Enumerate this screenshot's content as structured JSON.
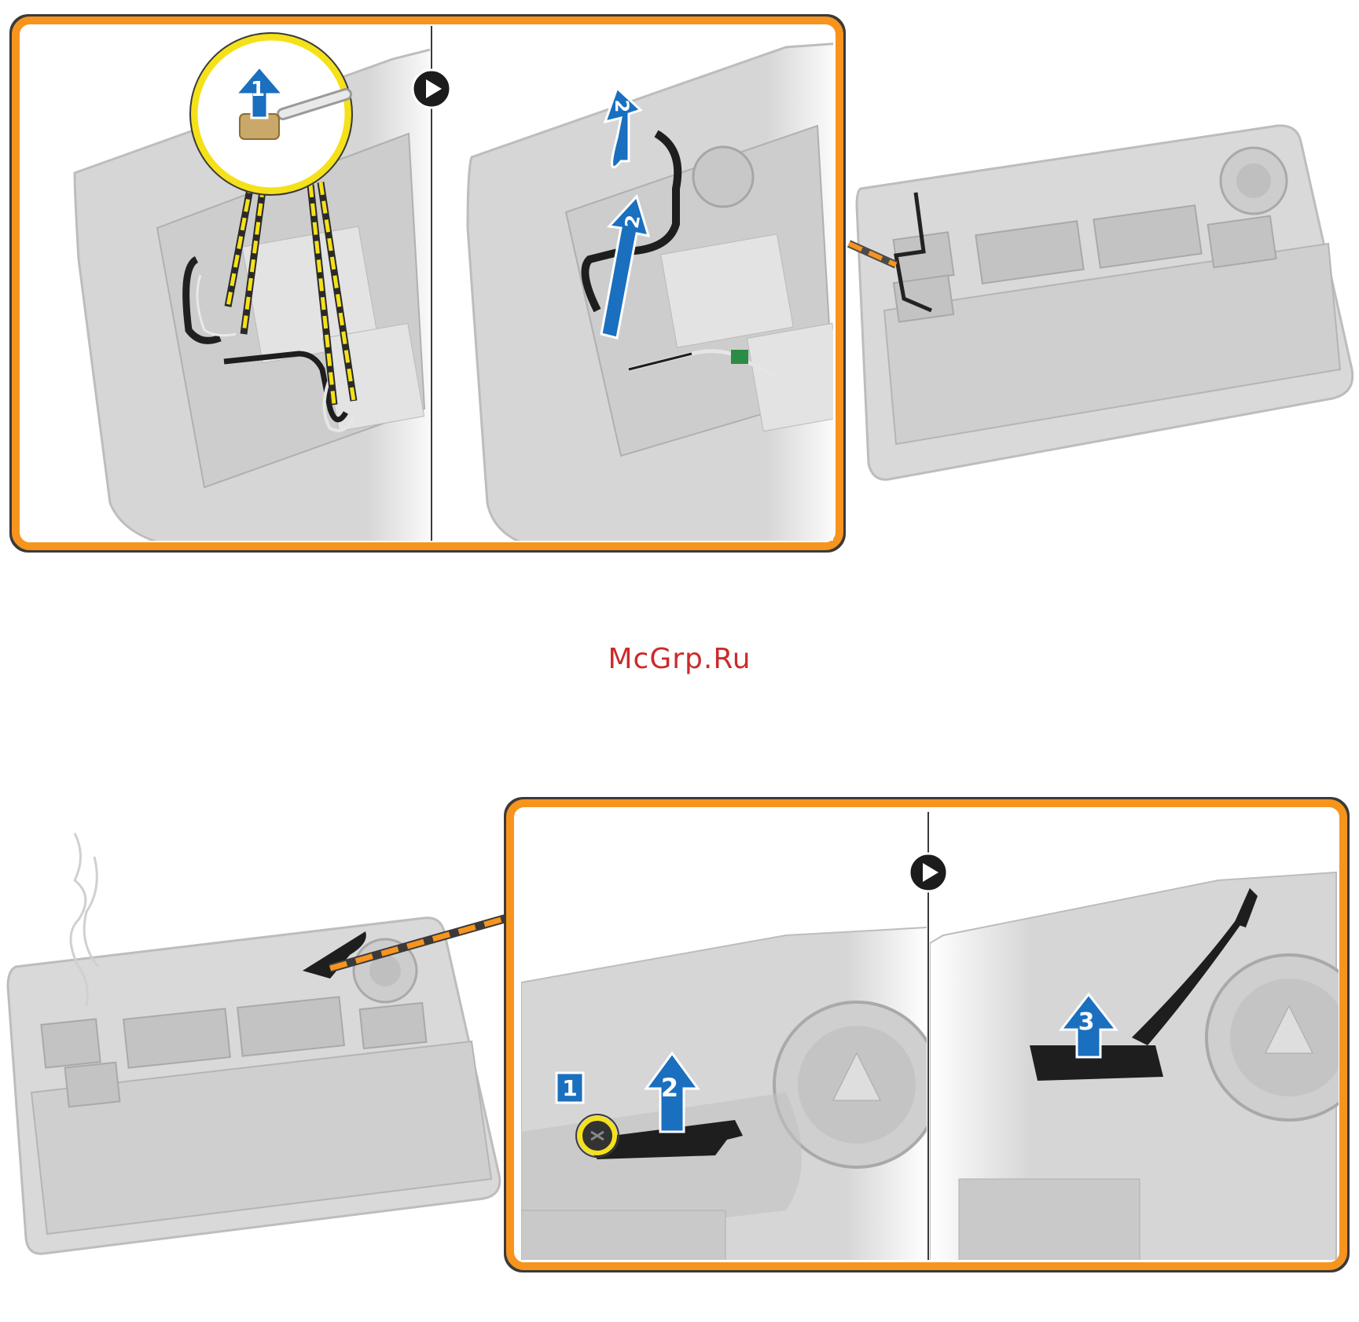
{
  "watermark": {
    "text": "McGrp.Ru"
  },
  "step_callouts": {
    "top_left": "1",
    "top_right_a": "2",
    "top_right_b": "2",
    "bottom_1": "1",
    "bottom_2": "2",
    "bottom_3": "3"
  },
  "colors": {
    "frame": "#f7941d",
    "arrow": "#1a6fbf",
    "callout_ring": "#f5e11a",
    "chassis": "#d8d8d8"
  }
}
